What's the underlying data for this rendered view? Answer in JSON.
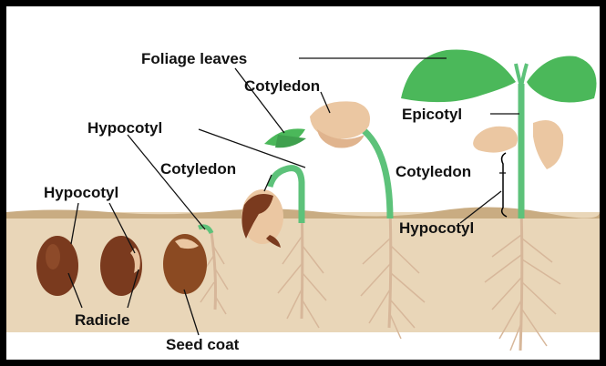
{
  "labels": {
    "foliage_leaves": "Foliage leaves",
    "cotyledon_top": "Cotyledon",
    "hypocotyl_top": "Hypocotyl",
    "cotyledon_mid": "Cotyledon",
    "hypocotyl_left": "Hypocotyl",
    "epicotyl": "Epicotyl",
    "cotyledon_right": "Cotyledon",
    "hypocotyl_right": "Hypocotyl",
    "radicle": "Radicle",
    "seed_coat": "Seed coat"
  },
  "colors": {
    "soil": "#E8D4B6",
    "soil_surface": "#C9AC82",
    "sky": "#FFFFFF",
    "seed_brown": "#7A3A1E",
    "seed_coat_brown": "#8B4A22",
    "cotyledon": "#EBC7A2",
    "stem_green": "#5DC27A",
    "leaf_green": "#4BB85A",
    "root_tan": "#D7B79A",
    "frame": "#000000"
  },
  "icons": [
    "bean-seed",
    "seedling",
    "leaf",
    "root-system"
  ]
}
